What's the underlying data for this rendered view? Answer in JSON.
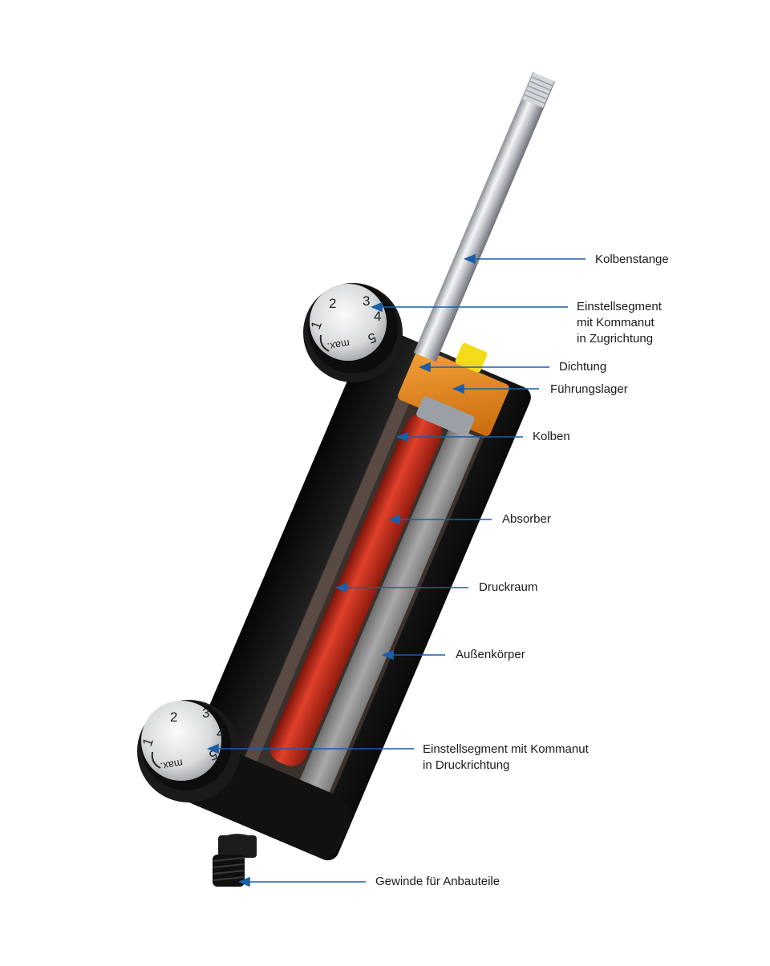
{
  "labels": {
    "kolbenstange": "Kolbenstange",
    "einstell_zug": [
      "Einstellsegment",
      "mit Kommanut",
      "in Zugrichtung"
    ],
    "dichtung": "Dichtung",
    "fuehrungslager": "Führungslager",
    "kolben": "Kolben",
    "absorber": "Absorber",
    "druckraum": "Druckraum",
    "aussenkoerper": "Außenkörper",
    "einstell_druck": [
      "Einstellsegment mit Kommanut",
      "in Druckrichtung"
    ],
    "gewinde": "Gewinde für Anbauteile"
  },
  "dial_top": {
    "numbers": [
      "1",
      "2",
      "3",
      "4",
      "5"
    ],
    "max": "max."
  },
  "dial_bottom": {
    "numbers": [
      "1",
      "2",
      "3",
      "4",
      "5"
    ],
    "max": "max."
  },
  "colors": {
    "leader": "#1a5fa8",
    "body": "#141414",
    "pressure_chamber": "#c42a18",
    "absorber": "#8e8e8e",
    "bearing": "#e88a1a",
    "seal": "#f2dc1a",
    "rod": "#c8cbd0"
  }
}
